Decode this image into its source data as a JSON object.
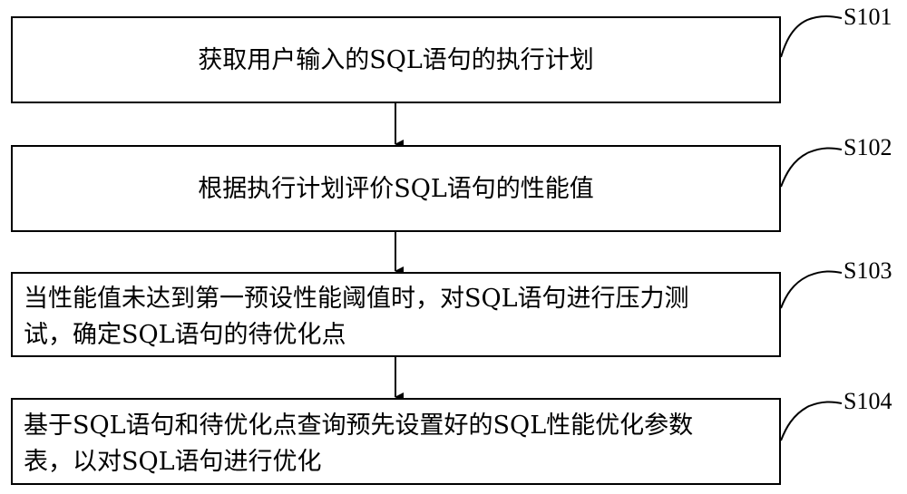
{
  "steps": [
    {
      "id": "S101",
      "text": "获取用户输入的SQL语句的执行计划"
    },
    {
      "id": "S102",
      "text": "根据执行计划评价SQL语句的性能值"
    },
    {
      "id": "S103",
      "lines": [
        "当性能值未达到第一预设性能阈值时，对SQL语句进行压力测",
        "试，确定SQL语句的待优化点"
      ]
    },
    {
      "id": "S104",
      "lines": [
        "基于SQL语句和待优化点查询预先设置好的SQL性能优化参数",
        "表，以对SQL语句进行优化"
      ]
    }
  ]
}
